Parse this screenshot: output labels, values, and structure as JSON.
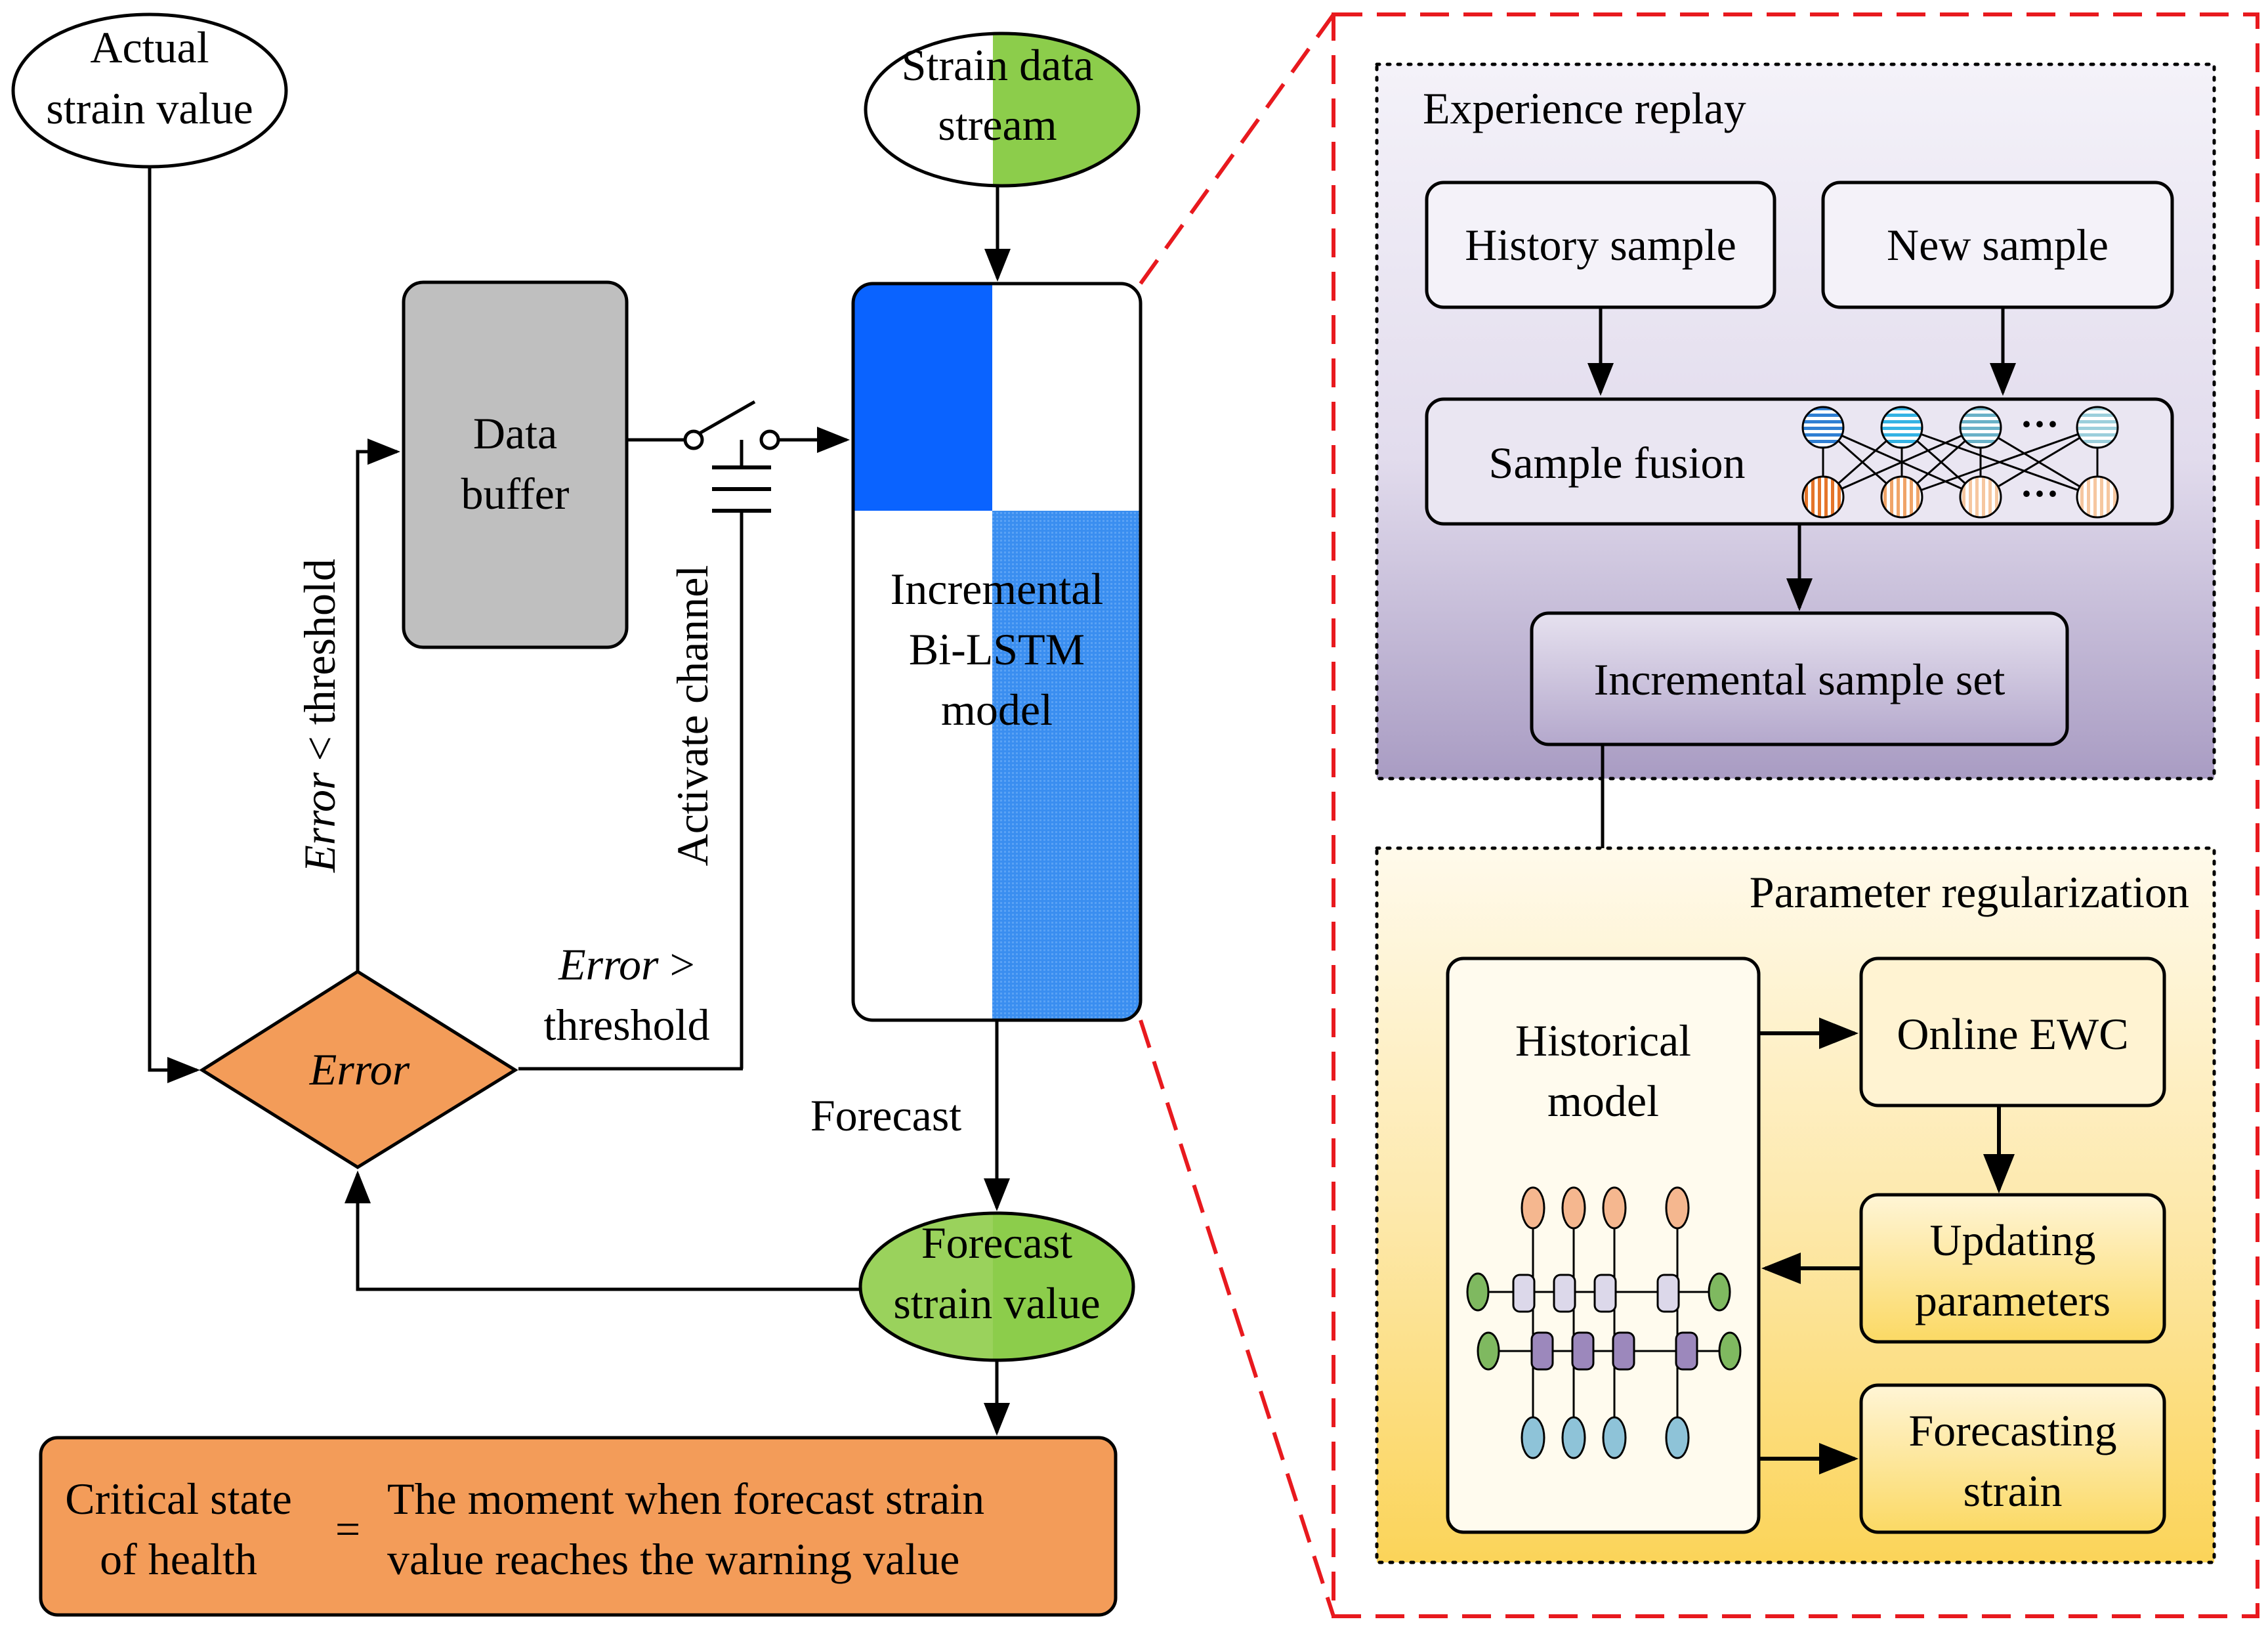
{
  "left_flow": {
    "actual_strain": [
      "Actual",
      "strain value"
    ],
    "strain_stream": [
      "Strain data",
      "stream"
    ],
    "data_buffer": [
      "Data",
      "buffer"
    ],
    "model": [
      "Incremental",
      "Bi-LSTM",
      "model"
    ],
    "error_label": "Error",
    "error_lt": {
      "italic": "Error",
      "rest": " < threshold"
    },
    "error_gt": {
      "italic": "Error",
      "rest": " >",
      "line2": "threshold"
    },
    "activate_channel": "Activate channel",
    "forecast": "Forecast",
    "forecast_value": [
      "Forecast",
      "strain value"
    ],
    "critical": [
      "Critical state",
      "of health"
    ],
    "equals": "=",
    "moment": [
      "The moment when forecast strain",
      "value reaches the warning value"
    ]
  },
  "experience_replay": {
    "title": "Experience replay",
    "history": "History sample",
    "new_sample": "New sample",
    "fusion": "Sample fusion",
    "dots": "···",
    "incremental_set": "Incremental sample set"
  },
  "parameter_regularization": {
    "title": "Parameter regularization",
    "historical": [
      "Historical",
      "model"
    ],
    "online_ewc": "Online EWC",
    "updating": [
      "Updating",
      "parameters"
    ],
    "forecasting": [
      "Forecasting",
      "strain"
    ]
  },
  "colors": {
    "green": "#8ccd4b",
    "blue_dark": "#0a63ff",
    "blue_light": "#3a8ef0",
    "gray_box": "#bfbfbf",
    "orange": "#f39c59",
    "red_dash": "#e8191e",
    "purple_top": "#f3f1f8",
    "purple_bottom": "#a99cc3",
    "yellow_top": "#fff8e6",
    "yellow_bottom": "#fcd55b"
  }
}
